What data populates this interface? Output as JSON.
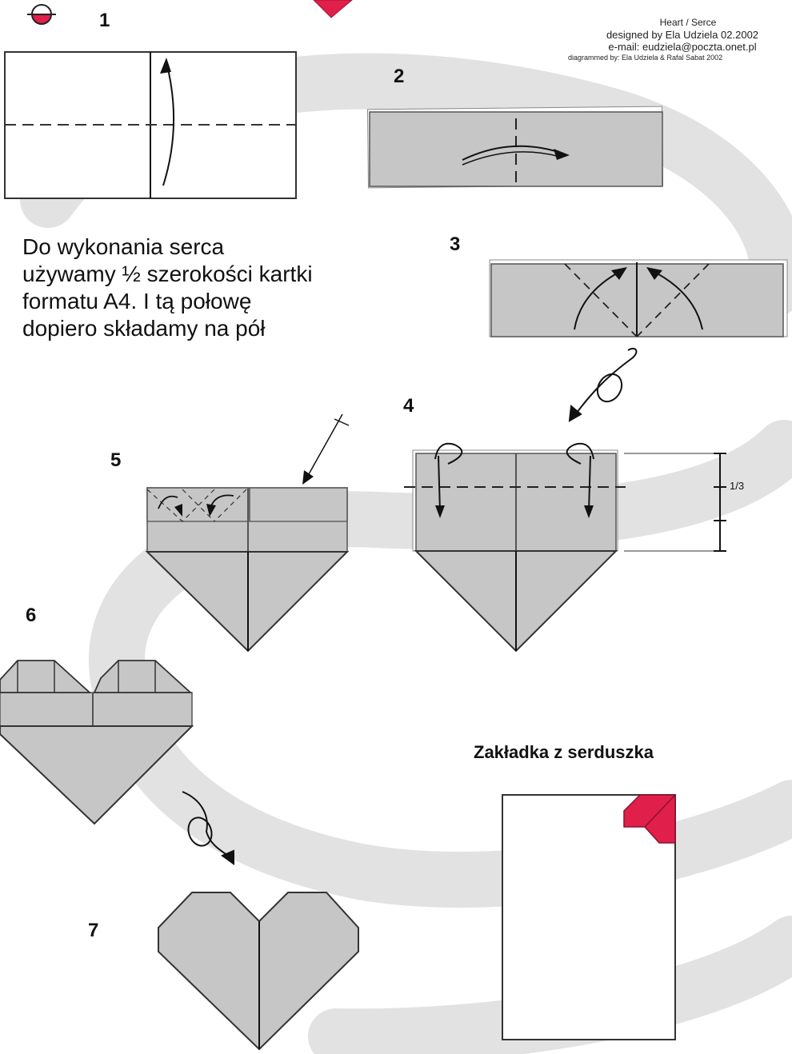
{
  "credits": {
    "title": "Heart / Serce",
    "designer": "designed by Ela Udziela 02.2002",
    "email": "e-mail: eudziela@poczta.onet.pl",
    "diagrammer": "diagrammed by: Ela Udziela & Rafal Sabat 2002"
  },
  "steps": [
    "1",
    "2",
    "3",
    "4",
    "5",
    "6",
    "7"
  ],
  "instructions": "Do wykonania serca używamy ½ szerokości kartki formatu A4. I tą połowę dopiero składamy na pół",
  "measure_label": "1/3",
  "bookmark_title": "Zakładka z serduszka",
  "colors": {
    "paper_grey": "#c6c6c6",
    "swirl_grey": "#e2e2e2",
    "heart_red": "#e0204a",
    "line": "#222222"
  }
}
